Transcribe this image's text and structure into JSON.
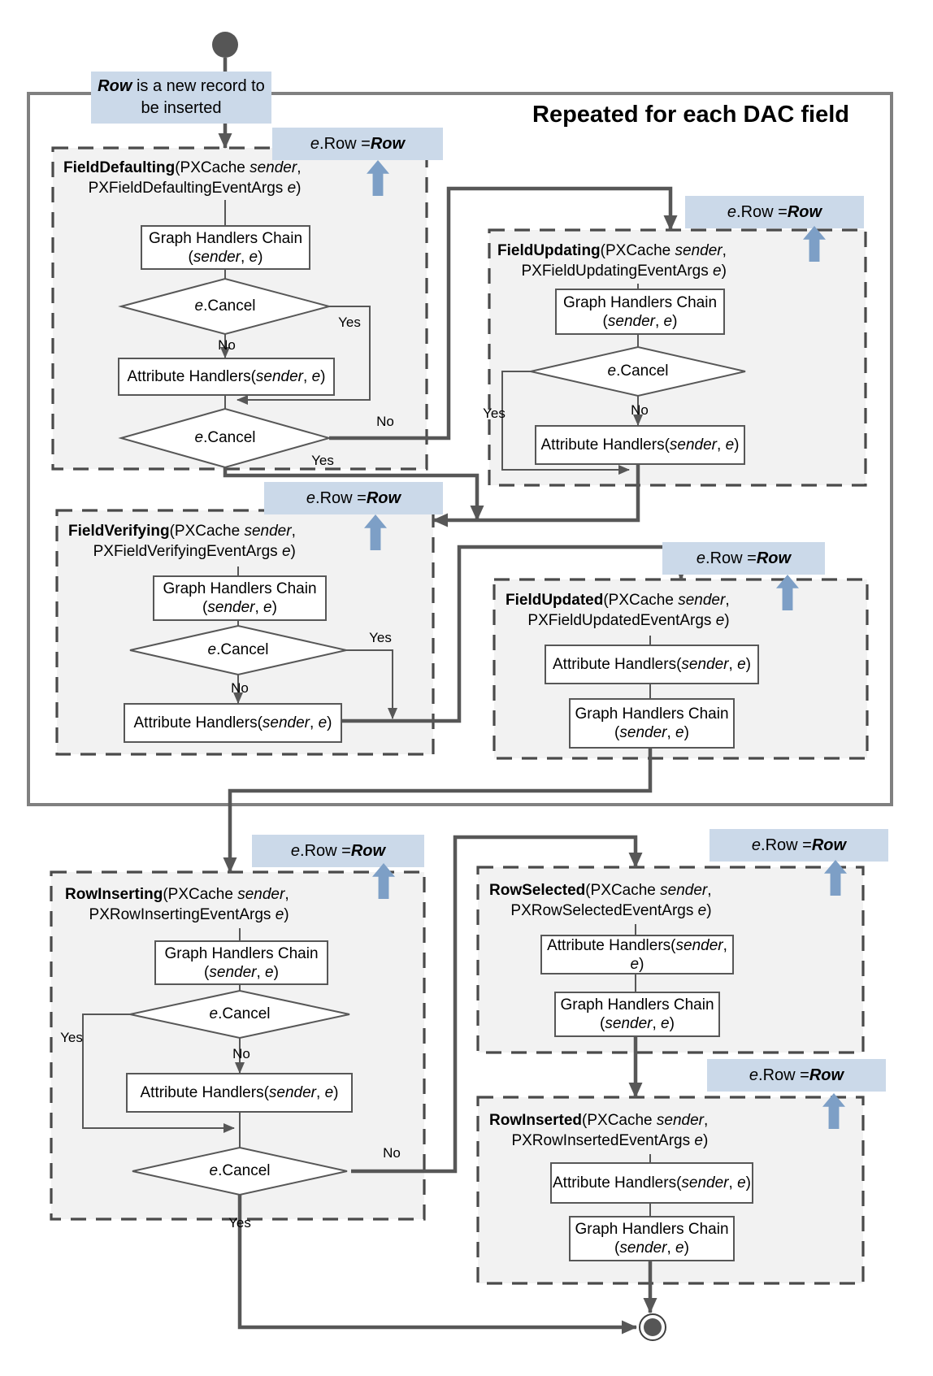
{
  "diagram": {
    "note_row": "Row",
    "note_rest": " is a new record to",
    "note_line2": "be inserted",
    "repeat_label": "Repeated for each DAC field"
  },
  "fragments": {
    "pxcache": "(PXCache ",
    "sender": "sender",
    "comma": ",",
    "space": " ",
    "e": "e",
    "open": "(",
    "close": ")",
    "comma_space": ", ",
    "cancel": ".Cancel",
    "row_assign_mid": ".Row = ",
    "row": "Row",
    "graph_chain": "Graph Handlers Chain",
    "attr_handlers": "Attribute Handlers",
    "yes": "Yes",
    "no": "No"
  },
  "events": [
    {
      "name": "FieldDefaulting",
      "args": "PXFieldDefaultingEventArgs"
    },
    {
      "name": "FieldUpdating",
      "args": "PXFieldUpdatingEventArgs"
    },
    {
      "name": "FieldVerifying",
      "args": "PXFieldVerifyingEventArgs"
    },
    {
      "name": "FieldUpdated",
      "args": "PXFieldUpdatedEventArgs"
    },
    {
      "name": "RowInserting",
      "args": "PXRowInsertingEventArgs"
    },
    {
      "name": "RowSelected",
      "args": "PXRowSelectedEventArgs"
    },
    {
      "name": "RowInserted",
      "args": "PXRowInsertedEventArgs"
    }
  ],
  "colors": {
    "box_fill": "#f2f2f2",
    "dashed_border": "#4a4a4a",
    "connector": "#575757",
    "outer_border": "#808080",
    "assign_label_bg": "#cbd9e9",
    "assign_arrow": "#7d9fc6"
  }
}
